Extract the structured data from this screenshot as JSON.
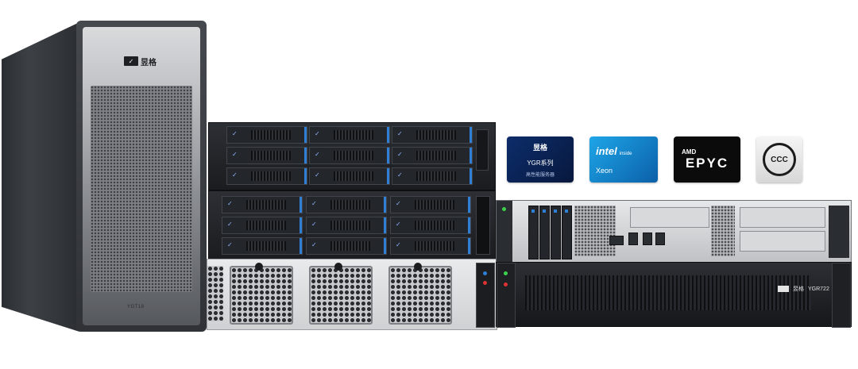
{
  "tower": {
    "brand_label": "昱格",
    "model_label": "YGT18"
  },
  "badges": {
    "ygr": {
      "brand": "昱格",
      "series": "YGR系列",
      "tagline": "高性能服务器"
    },
    "intel": {
      "brand": "intel",
      "sub": "inside",
      "product": "Xeon"
    },
    "amd": {
      "brand": "AMD",
      "product": "EPYC"
    },
    "ccc": {
      "label": "CCC"
    }
  },
  "server_2u": {
    "brand_label": "昱格",
    "model_label": "YGR722"
  },
  "colors": {
    "accent_blue": "#2f7fd6",
    "intel_blue": "#0b5fa8",
    "amd_black": "#0b0b0c",
    "ygr_navy": "#0d2d6b"
  }
}
